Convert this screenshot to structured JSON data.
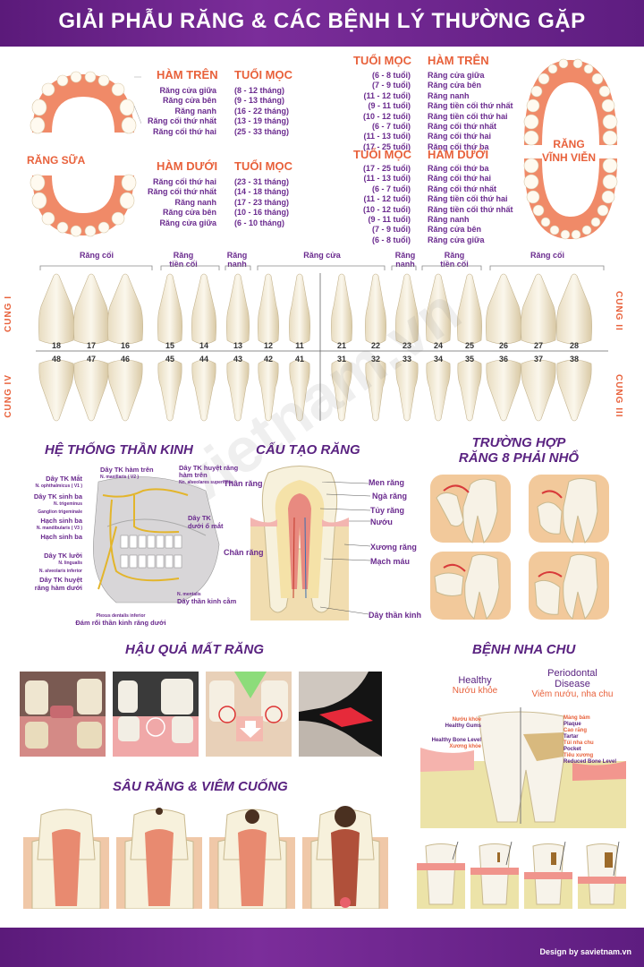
{
  "title": "GIẢI PHẪU RĂNG & CÁC BỆNH LÝ THƯỜNG GẶP",
  "credit": "Design by savietnam.vn",
  "watermark": "savietnam.vn",
  "colors": {
    "banner": "#6b2490",
    "accent": "#e8613b",
    "text": "#6a2a8e"
  },
  "primary": {
    "label": "RĂNG SỮA",
    "upper_header": "HÀM TRÊN",
    "upper_age_header": "TUỔI MỌC",
    "upper_teeth": [
      "Răng cửa giữa",
      "Răng cửa bên",
      "Răng nanh",
      "Răng cối thứ nhất",
      "Răng cối thứ hai"
    ],
    "upper_ages": [
      "(8 - 12 tháng)",
      "(9 - 13 tháng)",
      "(16 - 22 tháng)",
      "(13 - 19 tháng)",
      "(25 - 33 tháng)"
    ],
    "lower_header": "HÀM DƯỚI",
    "lower_age_header": "TUỔI MỌC",
    "lower_teeth": [
      "Răng cối thứ hai",
      "Răng cối thứ nhất",
      "Răng nanh",
      "Răng cửa bên",
      "Răng cửa giữa"
    ],
    "lower_ages": [
      "(23 - 31 tháng)",
      "(14 - 18 tháng)",
      "(17 - 23 tháng)",
      "(10 - 16 tháng)",
      "(6 - 10 tháng)"
    ]
  },
  "permanent": {
    "label1": "RĂNG",
    "label2": "VĨNH VIỄN",
    "upper_age_header": "TUỔI MỌC",
    "upper_header": "HÀM TRÊN",
    "upper_ages": [
      "(6 - 8 tuổi)",
      "(7 - 9 tuổi)",
      "(11 - 12 tuổi)",
      "(9 - 11 tuổi)",
      "(10 - 12 tuổi)",
      "(6 - 7 tuổi)",
      "(11 - 13 tuổi)",
      "(17 - 25 tuổi)"
    ],
    "upper_teeth": [
      "Răng cửa giữa",
      "Răng cửa bên",
      "Răng nanh",
      "Răng tiền cối thứ nhất",
      "Răng tiền cối thứ hai",
      "Răng cối thứ nhất",
      "Răng cối thứ hai",
      "Răng cối thứ ba"
    ],
    "lower_age_header": "TUỔI MỌC",
    "lower_header": "HÀM DƯỚI",
    "lower_ages": [
      "(17 - 25 tuổi)",
      "(11 - 13 tuổi)",
      "(6 - 7 tuổi)",
      "(11 - 12 tuổi)",
      "(10 - 12 tuổi)",
      "(9 - 11 tuổi)",
      "(7 - 9 tuổi)",
      "(6 - 8 tuổi)"
    ],
    "lower_teeth": [
      "Răng cối thứ ba",
      "Răng cối thứ hai",
      "Răng cối thứ nhất",
      "Răng tiền cối thứ hai",
      "Răng tiền cối thứ nhất",
      "Răng nanh",
      "Răng cửa bên",
      "Răng cửa giữa"
    ]
  },
  "tooth_chart": {
    "groups": [
      "Răng cối",
      "Răng tiền cối",
      "Răng nanh",
      "Răng cửa",
      "Răng nanh",
      "Răng tiền cối",
      "Răng cối"
    ],
    "cung": [
      "CUNG I",
      "CUNG II",
      "CUNG IV",
      "CUNG III"
    ],
    "upper_numbers": [
      "18",
      "17",
      "16",
      "15",
      "14",
      "13",
      "12",
      "11",
      "21",
      "22",
      "23",
      "24",
      "25",
      "26",
      "27",
      "28"
    ],
    "lower_numbers": [
      "48",
      "47",
      "46",
      "45",
      "44",
      "43",
      "42",
      "41",
      "31",
      "32",
      "33",
      "34",
      "35",
      "36",
      "37",
      "38"
    ]
  },
  "nerve": {
    "title": "HỆ THỐNG THẦN KINH",
    "labels": [
      "Dây TK Mắt",
      "N. ophthalmicus ( V1 )",
      "Dây TK hàm trên",
      "N. maxillaris ( V2 )",
      "Dây TK huyệt răng hàm trên",
      "Nn. alveolares superiores",
      "Dây TK sinh ba",
      "N. trigeminus",
      "Ganglion trigeminale",
      "Hạch sinh ba",
      "N. mandibularis ( V3 )",
      "Hạch sinh ba",
      "Dây TK dưới ổ mắt",
      "Dây TK lưỡi",
      "N. lingualis",
      "N. alveolaris inferior",
      "Dây TK huyệt răng hàm dưới",
      "N. mentalis",
      "Dây thần kinh cằm",
      "Plexus dentalis inferior",
      "Đám rối thần kinh răng dưới"
    ]
  },
  "structure": {
    "title": "CẤU TẠO RĂNG",
    "left": [
      "Thân răng",
      "Chân răng"
    ],
    "right": [
      "Men răng",
      "Ngà răng",
      "Tủy răng",
      "Nướu",
      "Xương răng",
      "Mạch máu",
      "Dây thần kinh"
    ]
  },
  "wisdom": {
    "title1": "TRƯỜNG HỢP",
    "title2": "RĂNG 8 PHẢI NHỔ"
  },
  "loss": {
    "title": "HẬU QUẢ MẤT RĂNG"
  },
  "caries": {
    "title": "SÂU RĂNG & VIÊM CUỐNG"
  },
  "perio": {
    "title": "BỆNH NHA CHU",
    "healthy": "Healthy",
    "healthy_vi": "Nướu khỏe",
    "disease1": "Periodontal",
    "disease2": "Disease",
    "disease_vi": "Viêm nướu, nha chu",
    "left_labels": [
      "Nướu khỏe",
      "Healthy Gums",
      "Healthy Bone Level",
      "Xương khỏe"
    ],
    "right_labels": [
      "Mảng bám",
      "Plaque",
      "Cao răng",
      "Tartar",
      "Túi nha chu",
      "Pocket",
      "Tiêu xương",
      "Reduced Bone Level"
    ]
  }
}
